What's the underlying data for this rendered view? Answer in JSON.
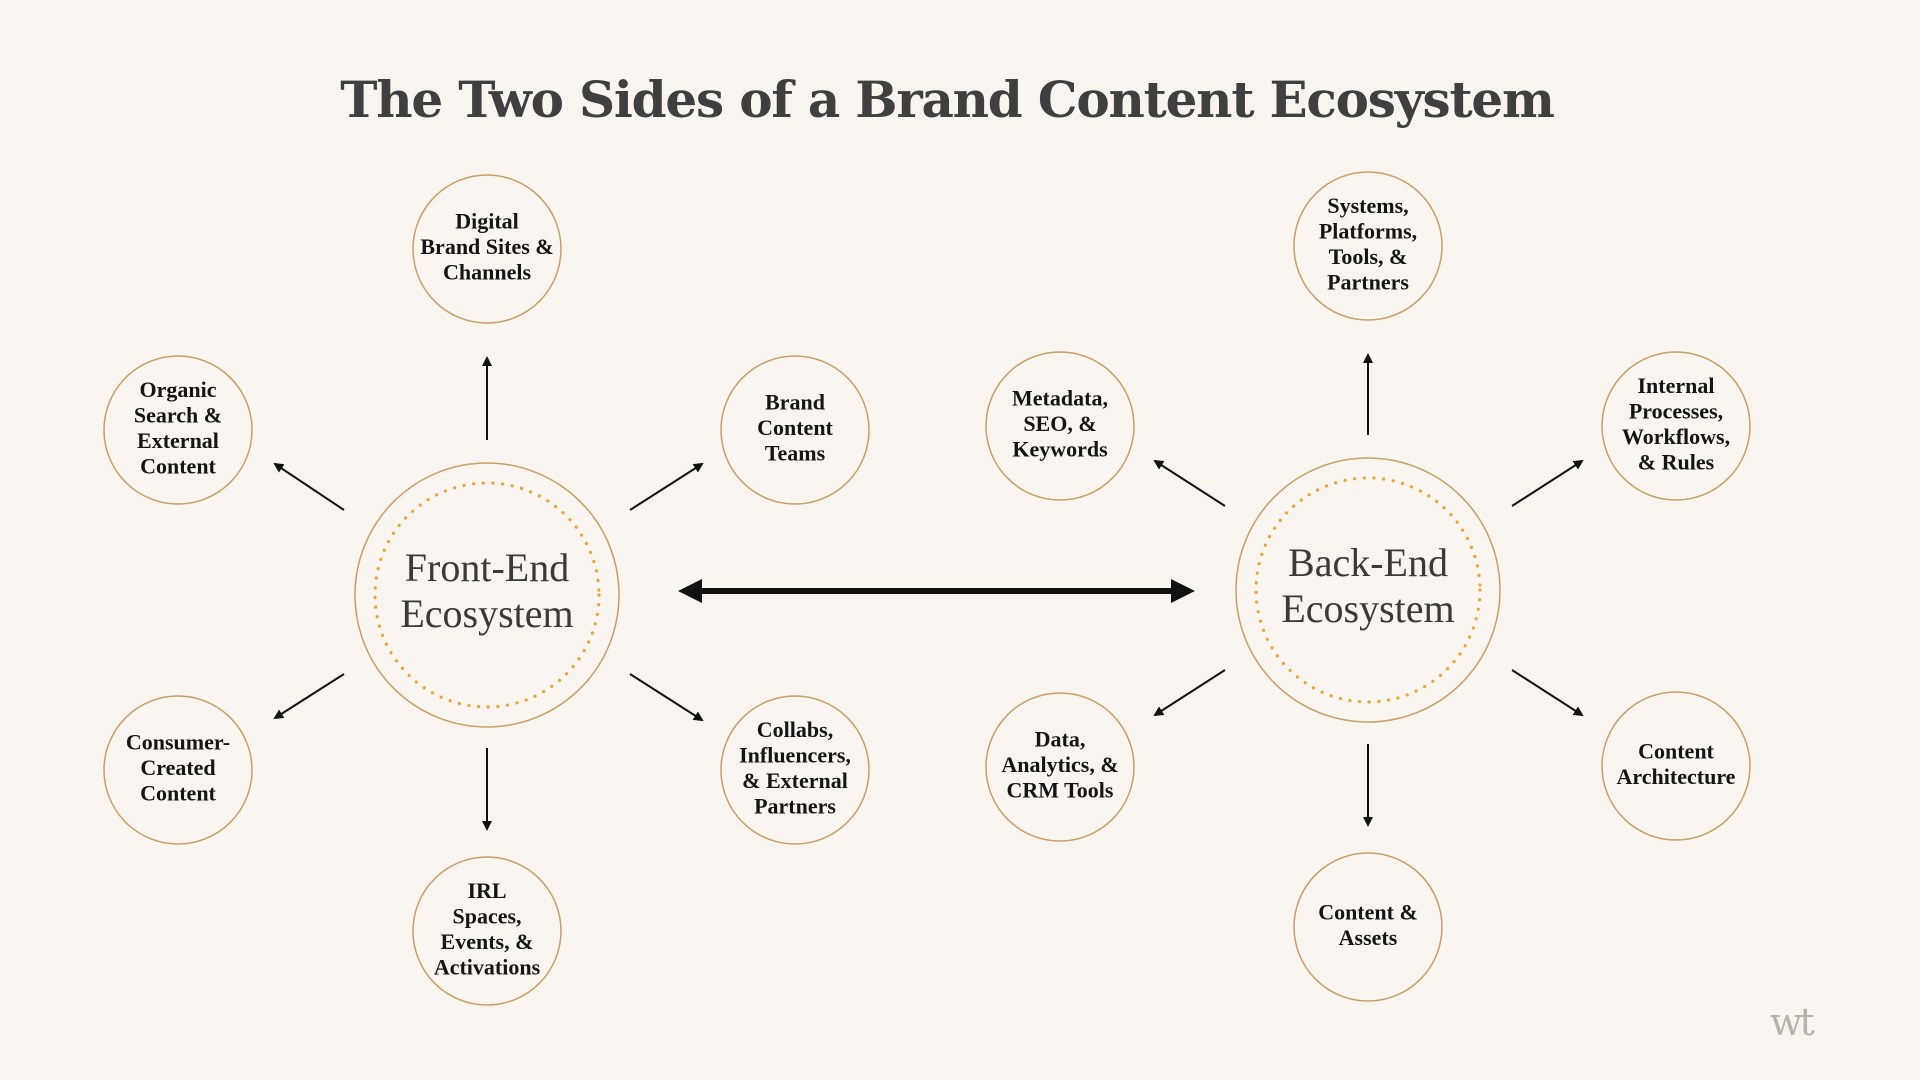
{
  "title": "The Two Sides of a Brand Content Ecosystem",
  "colors": {
    "background": "#f8f4ef",
    "circle_outline": "#c4a068",
    "hub_dots": "#e3a83a",
    "arrow": "#111111",
    "title": "#3f3f3f"
  },
  "front_end": {
    "label_lines": [
      "Front-End",
      "Ecosystem"
    ],
    "nodes": [
      {
        "id": "digital-brand-sites",
        "lines": [
          "Digital",
          "Brand Sites &",
          "Channels"
        ]
      },
      {
        "id": "brand-content-teams",
        "lines": [
          "Brand",
          "Content",
          "Teams"
        ]
      },
      {
        "id": "collabs-influencers",
        "lines": [
          "Collabs,",
          "Influencers,",
          "& External",
          "Partners"
        ]
      },
      {
        "id": "irl-spaces",
        "lines": [
          "IRL",
          "Spaces,",
          "Events, &",
          "Activations"
        ]
      },
      {
        "id": "consumer-created-content",
        "lines": [
          "Consumer-",
          "Created",
          "Content"
        ]
      },
      {
        "id": "organic-search",
        "lines": [
          "Organic",
          "Search &",
          "External",
          "Content"
        ]
      }
    ]
  },
  "back_end": {
    "label_lines": [
      "Back-End",
      "Ecosystem"
    ],
    "nodes": [
      {
        "id": "systems-platforms",
        "lines": [
          "Systems,",
          "Platforms,",
          "Tools, &",
          "Partners"
        ]
      },
      {
        "id": "internal-processes",
        "lines": [
          "Internal",
          "Processes,",
          "Workflows,",
          "& Rules"
        ]
      },
      {
        "id": "content-architecture",
        "lines": [
          "Content",
          "Architecture"
        ]
      },
      {
        "id": "content-assets",
        "lines": [
          "Content &",
          "Assets"
        ]
      },
      {
        "id": "data-analytics",
        "lines": [
          "Data,",
          "Analytics, &",
          "CRM Tools"
        ]
      },
      {
        "id": "metadata-seo",
        "lines": [
          "Metadata,",
          "SEO, &",
          "Keywords"
        ]
      }
    ]
  },
  "logo": {
    "text": "wt"
  }
}
